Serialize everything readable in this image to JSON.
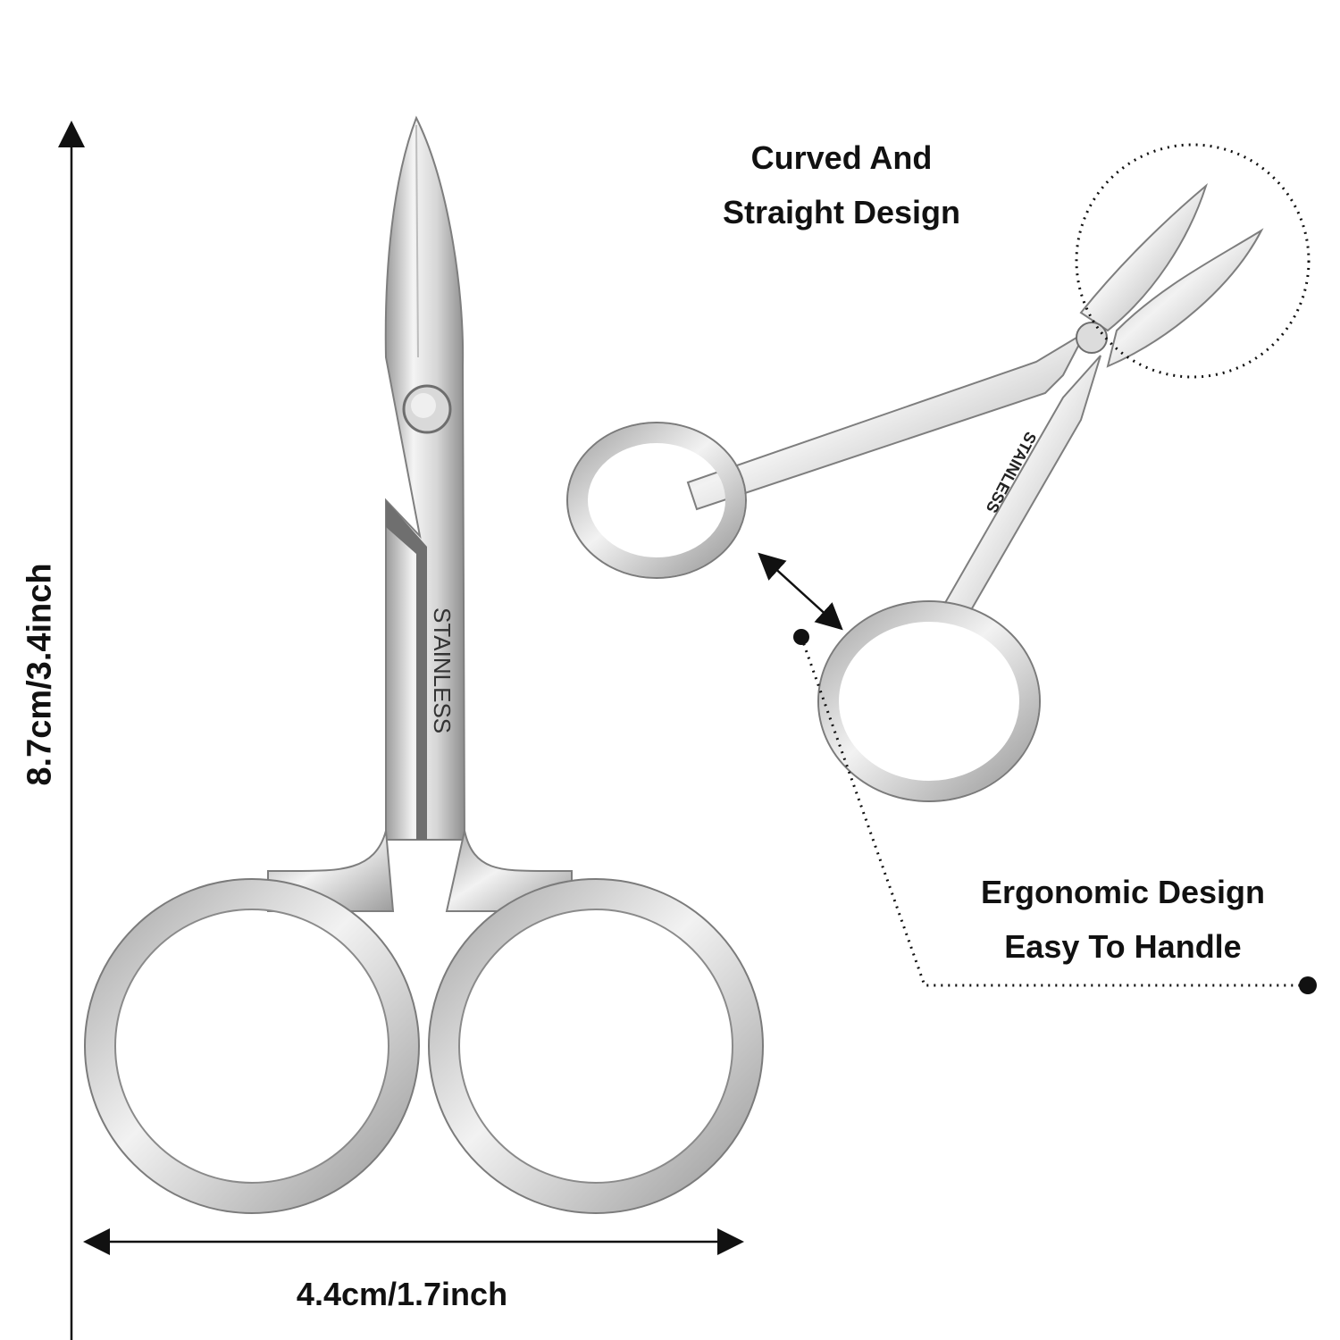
{
  "dimensions": {
    "height": "8.7cm/3.4inch",
    "width": "4.4cm/1.7inch"
  },
  "engraving": "STAINLESS",
  "callouts": {
    "tip": [
      "Curved And",
      "Straight Design"
    ],
    "handle": [
      "Ergonomic Design",
      "Easy To Handle"
    ]
  },
  "colors": {
    "background": "#ffffff",
    "steel_light": "#f2f2f2",
    "steel_mid": "#c9c9c9",
    "steel_dark": "#8a8a8a",
    "text": "#111111"
  }
}
